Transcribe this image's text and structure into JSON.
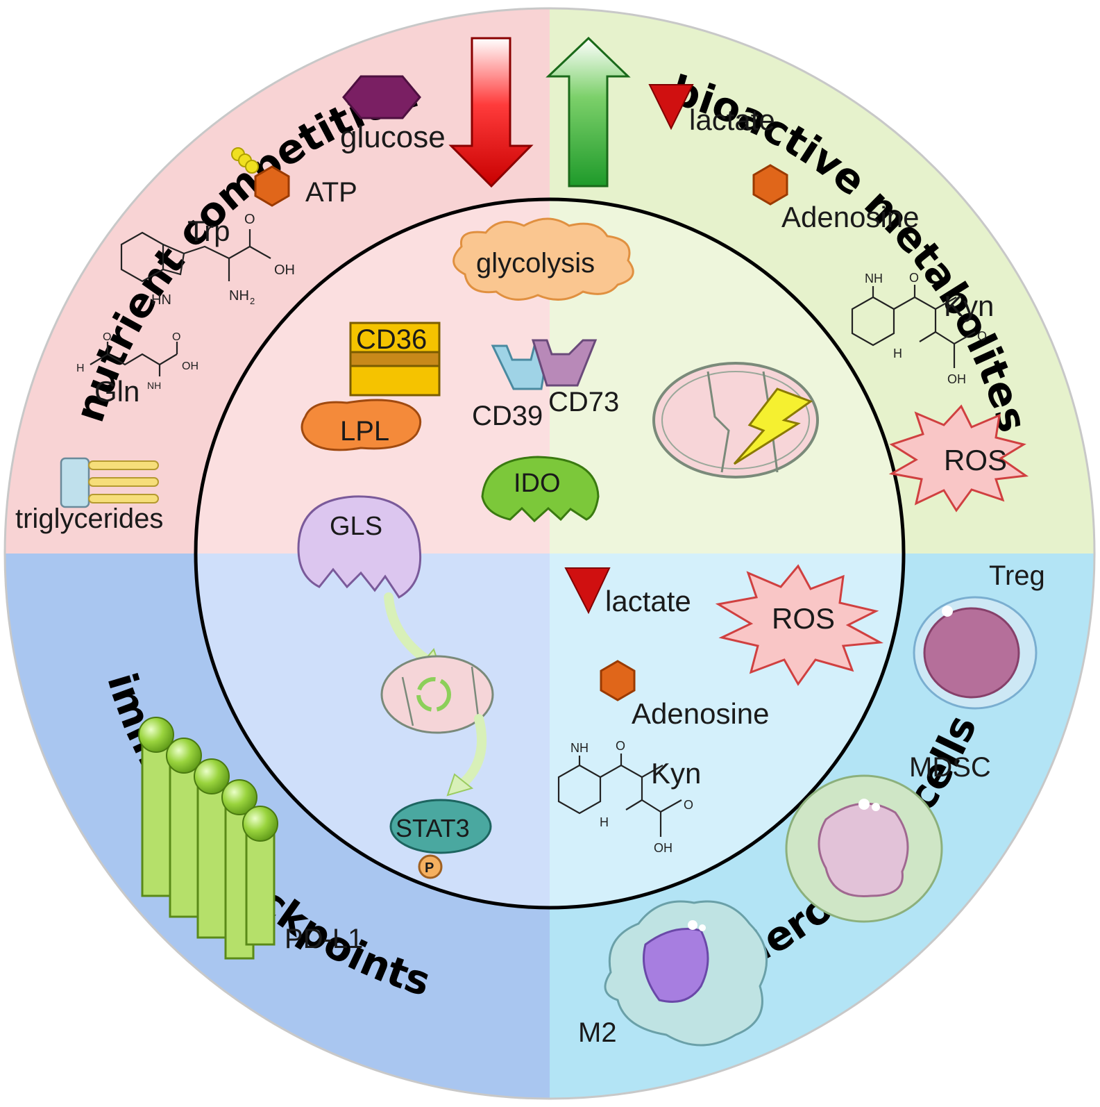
{
  "sections": {
    "nutrient_competition": "nutrient competition",
    "bioactive_metabolites": "bioactive metabolites",
    "immune_checkpoints": "immune checkpoints",
    "tolerogenic_cells": "tolerogenic cells"
  },
  "outer": {
    "glucose": "glucose",
    "atp": "ATP",
    "trp": "Trp",
    "gln": "Gln",
    "triglycerides": "triglycerides",
    "lactate_top": "lactate",
    "adenosine_top": "Adenosine",
    "kyn_top": "Kyn",
    "ros_top": "ROS",
    "pdl1": "PD-L1",
    "treg": "Treg",
    "mdsc": "MDSC",
    "m2": "M2"
  },
  "inner": {
    "glycolysis": "glycolysis",
    "cd36": "CD36",
    "lpl": "LPL",
    "cd39": "CD39",
    "cd73": "CD73",
    "ido": "IDO",
    "gls": "GLS",
    "stat3": "STAT3",
    "phospho": "P",
    "lactate_bottom": "lactate",
    "ros_bottom": "ROS",
    "adenosine_bottom": "Adenosine",
    "kyn_bottom": "Kyn"
  },
  "chem_labels": {
    "oh": "OH",
    "nh2": "NH",
    "sub2": "2",
    "hn": "HN",
    "h2n": "H",
    "o": "O"
  },
  "colors": {
    "nutrient_quadrant": "#f8d3d4",
    "metabolites_quadrant": "#e6f2cc",
    "checkpoints_quadrant": "#a9c6f0",
    "tolerogenic_quadrant": "#b3e4f5",
    "down_arrow": "#e01010",
    "up_arrow": "#3aa83a"
  },
  "icons": [
    "glucose-hexagon-icon",
    "down-arrow-icon",
    "up-arrow-icon",
    "lactate-triangle-icon",
    "adenosine-hexagon-icon",
    "mitochondrion-icon",
    "lightning-icon",
    "ros-burst-icon",
    "cd36-receptor-icon",
    "lpl-enzyme-icon",
    "cd39-icon",
    "cd73-icon",
    "ido-enzyme-icon",
    "gls-enzyme-icon",
    "stat3-icon",
    "pdl1-receptor-icon",
    "treg-cell-icon",
    "mdsc-cell-icon",
    "m2-macrophage-icon"
  ]
}
